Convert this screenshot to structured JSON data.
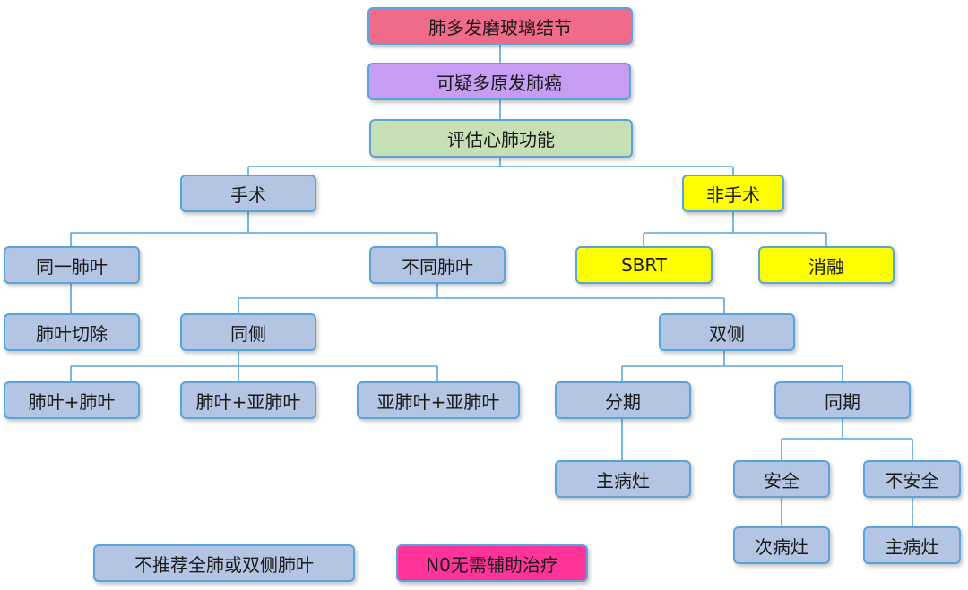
{
  "colors": {
    "root": "#f06a8a",
    "purple": "#c79cf3",
    "green": "#c6dfb4",
    "blue": "#b4c5e4",
    "yellow": "#ffff00",
    "pink": "#ff3399",
    "border": "#5aa4dd",
    "line": "#5aa4dd"
  },
  "nodes": {
    "root": "肺多发磨玻璃结节",
    "suspect": "可疑多原发肺癌",
    "assess": "评估心肺功能",
    "surgery": "手术",
    "nonsurgery": "非手术",
    "sbrt": "SBRT",
    "ablation": "消融",
    "same_lobe": "同一肺叶",
    "diff_lobe": "不同肺叶",
    "lobectomy": "肺叶切除",
    "ipsilateral": "同侧",
    "bilateral": "双侧",
    "lobe_lobe": "肺叶+肺叶",
    "lobe_sublobe": "肺叶+亚肺叶",
    "sublobe_sublobe": "亚肺叶+亚肺叶",
    "staged": "分期",
    "simultaneous": "同期",
    "main_lesion_1": "主病灶",
    "safe": "安全",
    "unsafe": "不安全",
    "secondary_lesion": "次病灶",
    "main_lesion_2": "主病灶",
    "not_recommended": "不推荐全肺或双侧肺叶",
    "n0_no_adjuvant": "N0无需辅助治疗"
  }
}
